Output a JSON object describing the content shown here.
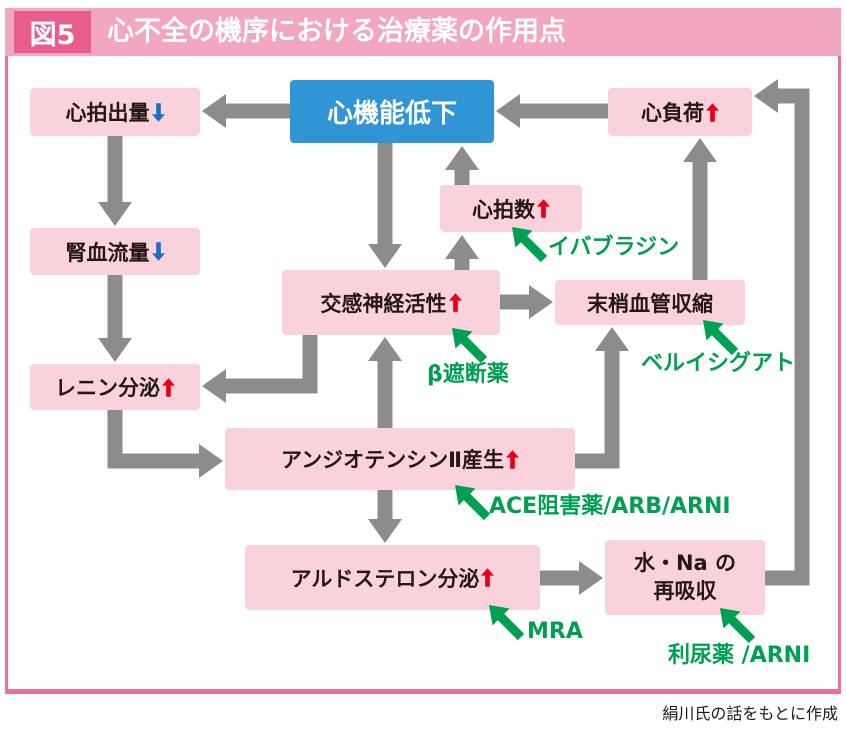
{
  "figure": {
    "label": "図5",
    "title": "心不全の機序における治療薬の作用点"
  },
  "nodes": {
    "cardiac_output": {
      "label": "心拍出量",
      "indicator_icon": "down-arrow-icon"
    },
    "cardiac_dysfunction": {
      "label": "心機能低下"
    },
    "cardiac_load": {
      "label": "心負荷",
      "indicator_icon": "up-arrow-icon"
    },
    "heart_rate": {
      "label": "心拍数",
      "indicator_icon": "up-arrow-icon"
    },
    "renal_blood_flow": {
      "label": "腎血流量",
      "indicator_icon": "down-arrow-icon"
    },
    "sympathetic_activity": {
      "label": "交感神経活性",
      "indicator_icon": "up-arrow-icon"
    },
    "peripheral_vasoconstriction": {
      "label": "末梢血管収縮"
    },
    "renin_secretion": {
      "label": "レニン分泌",
      "indicator_icon": "up-arrow-icon"
    },
    "angiotensin_ii": {
      "label": "アンジオテンシンⅡ産生",
      "indicator_icon": "up-arrow-icon"
    },
    "aldosterone_secretion": {
      "label": "アルドステロン分泌",
      "indicator_icon": "up-arrow-icon"
    },
    "water_na_reabsorption": {
      "label_line1": "水・Na の",
      "label_line2": "再吸収"
    }
  },
  "drugs": [
    {
      "label": "イバブラジン"
    },
    {
      "label": "β遮断薬"
    },
    {
      "label": "ベルイシグアト"
    },
    {
      "label": "ACE阻害薬/ARB/ARNI"
    },
    {
      "label": "MRA"
    },
    {
      "label": "利尿薬 /ARNI"
    }
  ],
  "caption": "絹川氏の話をもとに作成",
  "colors": {
    "header_band": "#f3a6bf",
    "figure_label_bg": "#e75e8b",
    "frame_border": "#ec6f97",
    "node_fill": "#f9d2dc",
    "primary_node_fill": "#2f95d5",
    "flow_arrow": "#8c8c8c",
    "drug_green": "#00a052",
    "increase_arrow": "#e60012",
    "decrease_arrow": "#1b6fc8"
  }
}
